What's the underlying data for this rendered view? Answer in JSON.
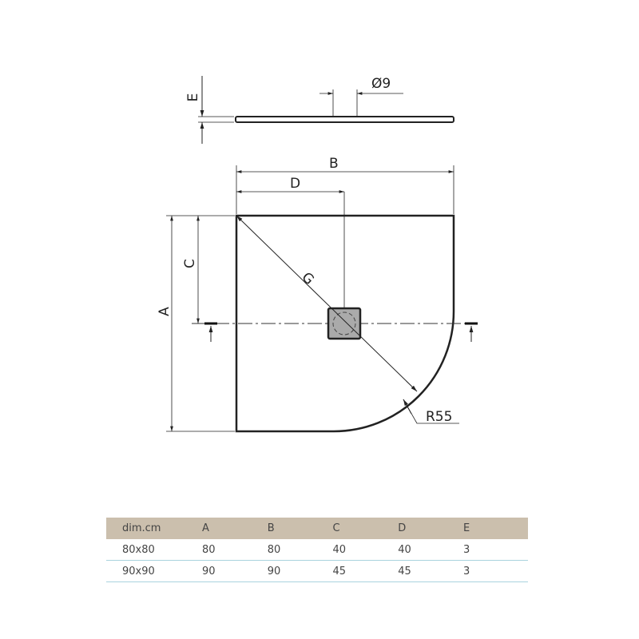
{
  "drawing": {
    "labels": {
      "A": "A",
      "B": "B",
      "C": "C",
      "D": "D",
      "E": "E",
      "G": "G",
      "drain_diameter": "Ø9",
      "radius": "R55"
    }
  },
  "table": {
    "headers": [
      "dim.cm",
      "A",
      "B",
      "C",
      "D",
      "E"
    ],
    "rows": [
      [
        "80x80",
        "80",
        "80",
        "40",
        "40",
        "3"
      ],
      [
        "90x90",
        "90",
        "90",
        "45",
        "45",
        "3"
      ]
    ],
    "header_color": "#cbbfad",
    "row_line_color": "#a9d3de"
  }
}
